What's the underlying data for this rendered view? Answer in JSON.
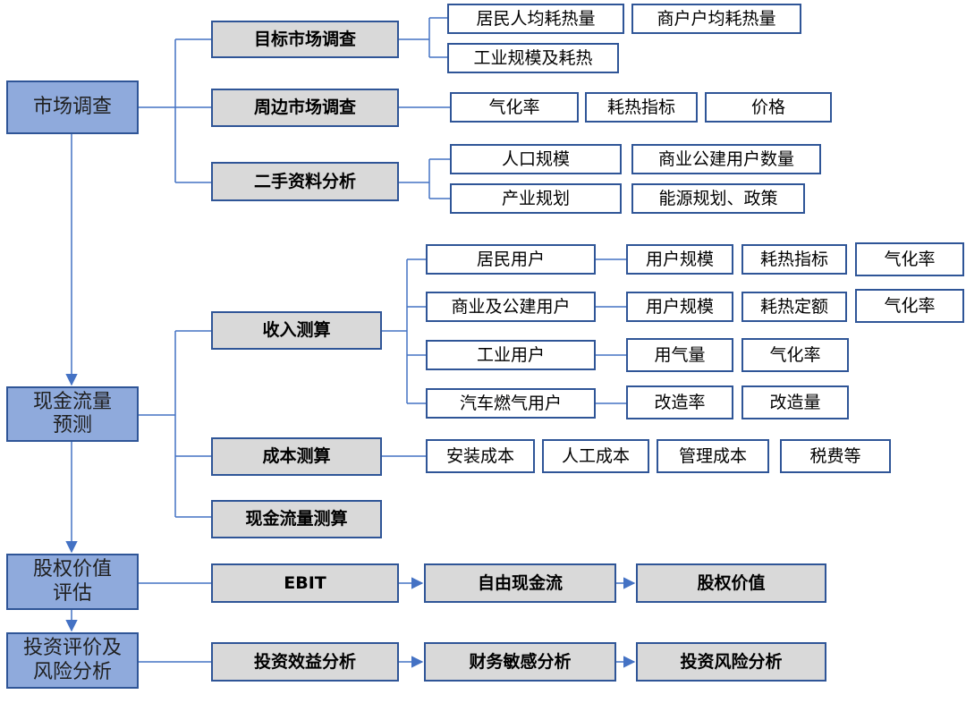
{
  "colors": {
    "line": "#4472c4",
    "border": "#2f5597",
    "main_fill": "#8faadc",
    "grey_fill": "#d9d9d9"
  },
  "main": {
    "market_survey": "市场调查",
    "cashflow_forecast": "现金流量预测",
    "equity_valuation": "股权价值评估",
    "investment_risk": "投资评价及风险分析"
  },
  "market": {
    "target": "目标市场调查",
    "target_items": [
      "居民人均耗热量",
      "商户户均耗热量",
      "工业规模及耗热"
    ],
    "surrounding": "周边市场调查",
    "surrounding_items": [
      "气化率",
      "耗热指标",
      "价格"
    ],
    "secondary": "二手资料分析",
    "secondary_items": [
      "人口规模",
      "商业公建用户数量",
      "产业规划",
      "能源规划、政策"
    ]
  },
  "cashflow": {
    "income": "收入测算",
    "residential": "居民用户",
    "residential_items": [
      "用户规模",
      "耗热指标",
      "气化率"
    ],
    "commercial": "商业及公建用户",
    "commercial_items": [
      "用户规模",
      "耗热定额",
      "气化率"
    ],
    "industrial": "工业用户",
    "industrial_items": [
      "用气量",
      "气化率"
    ],
    "vehicle": "汽车燃气用户",
    "vehicle_items": [
      "改造率",
      "改造量"
    ],
    "cost": "成本测算",
    "cost_items": [
      "安装成本",
      "人工成本",
      "管理成本",
      "税费等"
    ],
    "cashflow_calc": "现金流量测算"
  },
  "valuation": {
    "steps": [
      "EBIT",
      "自由现金流",
      "股权价值"
    ]
  },
  "risk": {
    "steps": [
      "投资效益分析",
      "财务敏感分析",
      "投资风险分析"
    ]
  }
}
